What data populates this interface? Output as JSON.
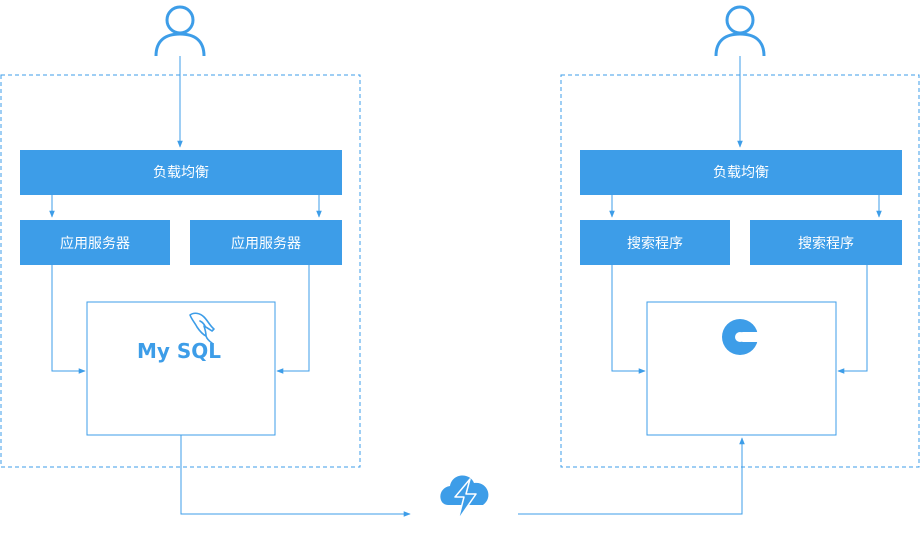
{
  "left": {
    "load_balancer": "负载均衡",
    "server_a": "应用服务器",
    "server_b": "应用服务器",
    "db_logo_text": "My SQL"
  },
  "right": {
    "load_balancer": "负载均衡",
    "search_a": "搜索程序",
    "search_b": "搜索程序"
  },
  "colors": {
    "accent": "#3d9de8",
    "box_text": "#ffffff",
    "background": "#ffffff"
  },
  "icons": [
    "user-icon",
    "mysql-dolphin-icon",
    "search-engine-logo-icon",
    "cloud-sync-icon"
  ]
}
